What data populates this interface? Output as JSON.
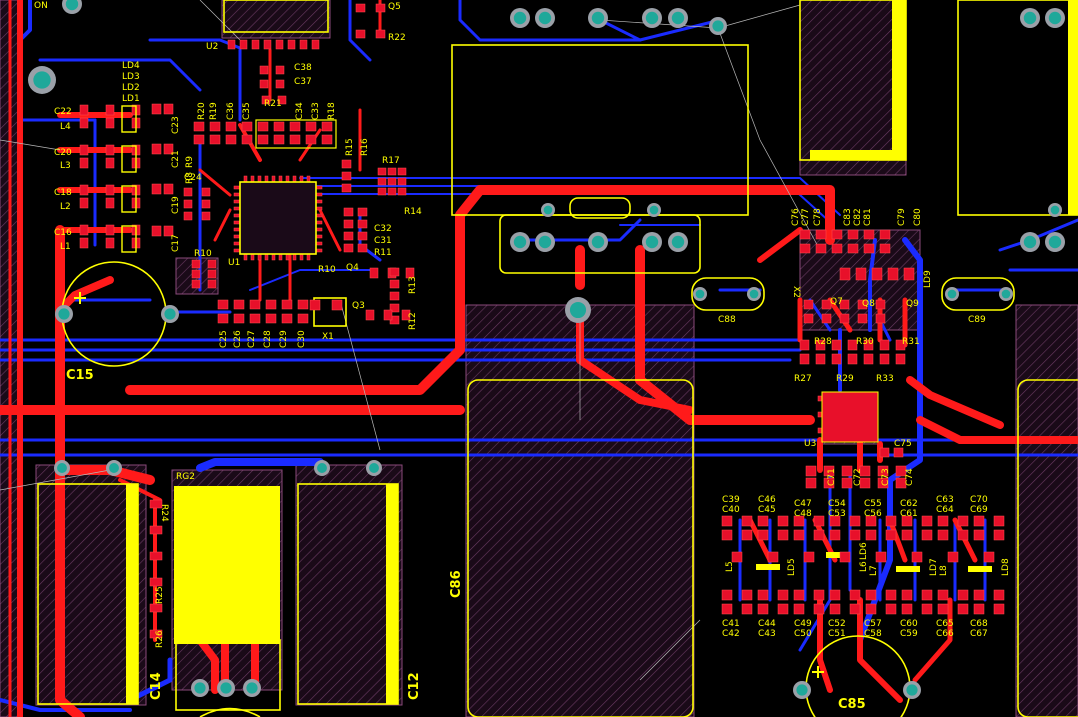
{
  "board": {
    "background": "#000000",
    "colors": {
      "top_copper": "#ff1a1a",
      "bottom_copper": "#1a2bff",
      "silkscreen": "#ffff00",
      "via_ring": "#9aa0a8",
      "via_hole": "#1fa89a",
      "courtyard_hatch": "#8a4a7a"
    }
  },
  "labels": {
    "on": "ON",
    "q5": "Q5",
    "r22": "R22",
    "u2": "U2",
    "c38": "C38",
    "c37": "C37",
    "ld4": "LD4",
    "ld3": "LD3",
    "ld2": "LD2",
    "ld1": "LD1",
    "c22": "C22",
    "l4": "L4",
    "c23": "C23",
    "c20": "C20",
    "l3": "L3",
    "c21": "C21",
    "c18": "C18",
    "l2": "L2",
    "c19": "C19",
    "c16": "C16",
    "l1": "L1",
    "c17": "C17",
    "r20": "R20",
    "r19": "R19",
    "c36": "C36",
    "c35": "C35",
    "r21": "R21",
    "c34": "C34",
    "c33": "C33",
    "r18": "R18",
    "r15": "R15",
    "r16": "R16",
    "r17": "R17",
    "r9": "R9",
    "r8": "R8",
    "c24": "C24",
    "r14": "R14",
    "c32": "C32",
    "c31": "C31",
    "r11": "R11",
    "r10a": "R10",
    "r10b": "R10",
    "u1": "U1",
    "q4": "Q4",
    "r13": "R13",
    "q3": "Q3",
    "r12": "R12",
    "c15": "C15",
    "c25": "C25",
    "c26": "C26",
    "c27": "C27",
    "c28": "C28",
    "c29": "C29",
    "c30": "C30",
    "x1": "X1",
    "c88": "C88",
    "c89": "C89",
    "c86": "C86",
    "rg2": "RG2",
    "r24": "R24",
    "r25": "R25",
    "r26": "R26",
    "c14": "C14",
    "c12": "C12",
    "c76": "C76",
    "c77": "C77",
    "c78": "C78",
    "c83": "C83",
    "c82": "C82",
    "c81": "C81",
    "c79": "C79",
    "c80": "C80",
    "x2": "X2",
    "ld9": "LD9",
    "q7": "Q7",
    "q8": "Q8",
    "q9": "Q9",
    "r28": "R28",
    "r30": "R30",
    "r31": "R31",
    "r27": "R27",
    "r29": "R29",
    "r33": "R33",
    "u3": "U3",
    "c75": "C75",
    "c74": "C74",
    "c73": "C73",
    "c72": "C72",
    "c71": "C71",
    "c39": "C39",
    "c40": "C40",
    "c46": "C46",
    "c45": "C45",
    "c47": "C47",
    "c48": "C48",
    "c54": "C54",
    "c53": "C53",
    "c55": "C55",
    "c56": "C56",
    "c62": "C62",
    "c61": "C61",
    "c63": "C63",
    "c64": "C64",
    "c70": "C70",
    "c69": "C69",
    "l5": "L5",
    "ld5": "LD5",
    "l6": "L6",
    "ld6": "LD6",
    "l7": "L7",
    "l8": "L8",
    "ld7": "LD7",
    "ld8": "LD8",
    "c41": "C41",
    "c42": "C42",
    "c44": "C44",
    "c43": "C43",
    "c49": "C49",
    "c50": "C50",
    "c52": "C52",
    "c51": "C51",
    "c57": "C57",
    "c58": "C58",
    "c60": "C60",
    "c59": "C59",
    "c65": "C65",
    "c66": "C66",
    "c68": "C68",
    "c67": "C67",
    "c85": "C85"
  }
}
